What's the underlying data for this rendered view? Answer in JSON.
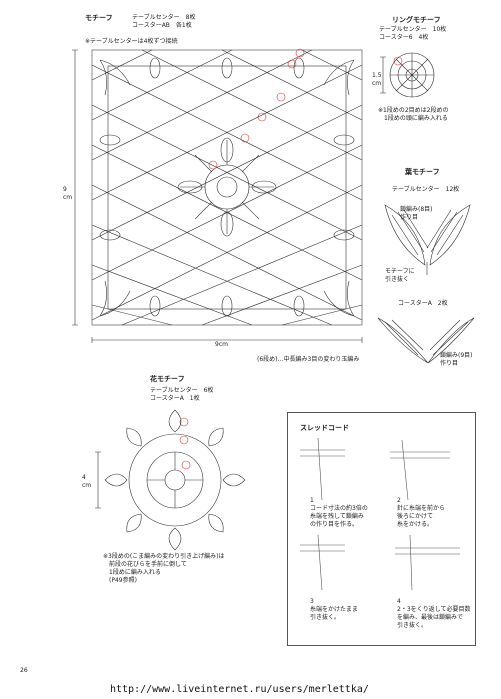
{
  "page_number": "26",
  "watermark": "http://www.liveinternet.ru/users/merlettka/",
  "motif_square": {
    "title": "モチーフ",
    "line1": "テーブルセンター　8枚",
    "line2": "コースターAB　各1枚",
    "note": "※テーブルセンターは4枚ずつ接続",
    "height_label": "9",
    "height_unit": "cm",
    "width_label": "9cm",
    "legend": "(6段め)…中長編み3目の変わり玉編み"
  },
  "ring_motif": {
    "title": "リングモチーフ",
    "line1": "テーブルセンター　10枚",
    "line2": "コースター6　4枚",
    "size": "1.5",
    "unit": "cm",
    "note1": "※1段めの2目めは2段めの",
    "note2": "　1段めの頭に編み入れる"
  },
  "leaf_motif": {
    "title": "葉モチーフ",
    "line1": "テーブルセンター　12枚",
    "label_a": "鎖編み(8目)",
    "label_b": "作り目",
    "label_c": "モチーフに",
    "label_d": "引き抜く",
    "coaster": "コースターA　2枚",
    "label_e": "鎖編み(9目)",
    "label_f": "作り目"
  },
  "flower_motif": {
    "title": "花モチーフ",
    "line1": "テーブルセンター　6枚",
    "line2": "コースターA　1枚",
    "size": "4",
    "unit": "cm",
    "note1": "※3段めの(こま編みの変わり引き上げ編み)は",
    "note2": "　前段の花びらを手前に倒して",
    "note3": "　1段めに編み入れる",
    "note4": "　(P49参照)"
  },
  "thread_cord": {
    "title": "スレッドコード",
    "step1": [
      "1",
      "コード寸法の約3倍の",
      "糸端を残して鎖編み",
      "の作り目を作る。"
    ],
    "step2": [
      "2",
      "針に糸端を前から",
      "後ろにかけて",
      "糸をかける。"
    ],
    "step3": [
      "3",
      "糸端をかけたまま",
      "引き抜く。"
    ],
    "step4": [
      "4",
      "2・3をくり返して必要目数",
      "を編み、最後は鎖編みで",
      "引き抜く。"
    ]
  }
}
